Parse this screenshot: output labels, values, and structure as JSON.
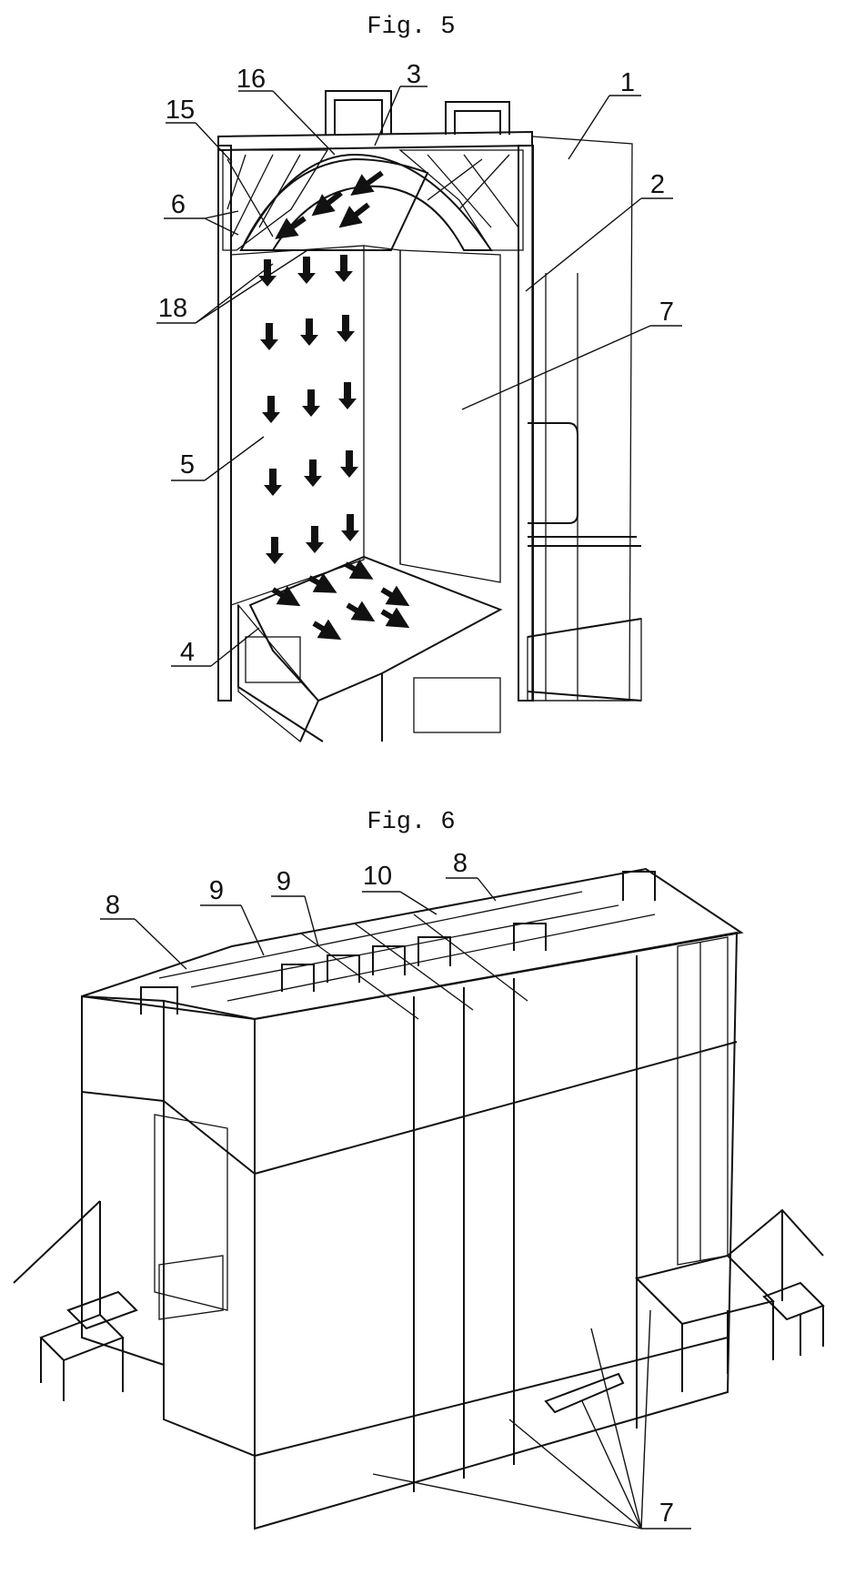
{
  "figures": [
    {
      "caption": "Fig. 5",
      "labels": [
        "16",
        "3",
        "1",
        "15",
        "6",
        "2",
        "18",
        "7",
        "5",
        "4"
      ]
    },
    {
      "caption": "Fig. 6",
      "labels": [
        "9",
        "9",
        "10",
        "8",
        "8",
        "7"
      ]
    }
  ],
  "colors": {
    "ink": "#111111",
    "panel_speckle": "#bdbdbd",
    "panel_dark": "#5a5a5a",
    "surface_light": "#f4f4f4"
  }
}
